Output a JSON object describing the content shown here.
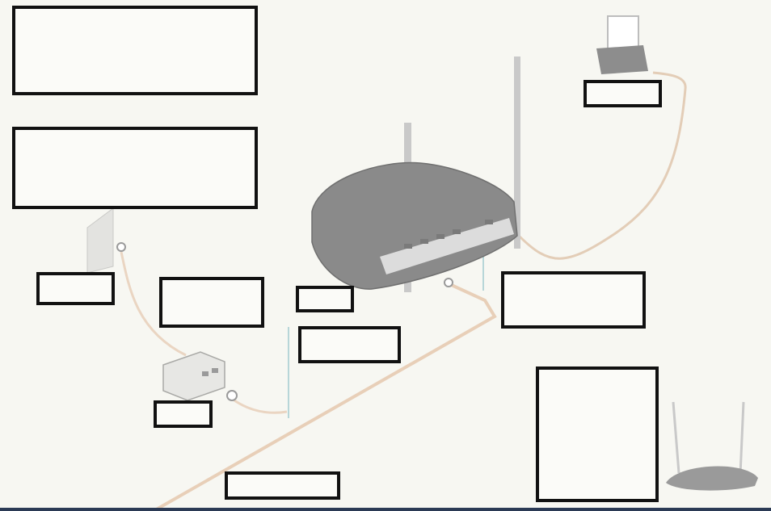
{
  "diagram": {
    "label_boxes": [
      {
        "id": "top-left-wide",
        "text": ""
      },
      {
        "id": "mid-left-wide",
        "text": ""
      },
      {
        "id": "wall-jack",
        "text": ""
      },
      {
        "id": "line-label-a",
        "text": ""
      },
      {
        "id": "router-small",
        "text": ""
      },
      {
        "id": "router-mid",
        "text": ""
      },
      {
        "id": "router-right",
        "text": ""
      },
      {
        "id": "splitter",
        "text": ""
      },
      {
        "id": "phone-line",
        "text": ""
      },
      {
        "id": "top-right-device",
        "text": ""
      },
      {
        "id": "extender-panel",
        "text": ""
      }
    ],
    "colors": {
      "background": "#f7f7f2",
      "device_body": "#8f8f8f",
      "device_light": "#d8d8d8",
      "cable": "#e7cdb6",
      "box_border": "#111111"
    }
  }
}
